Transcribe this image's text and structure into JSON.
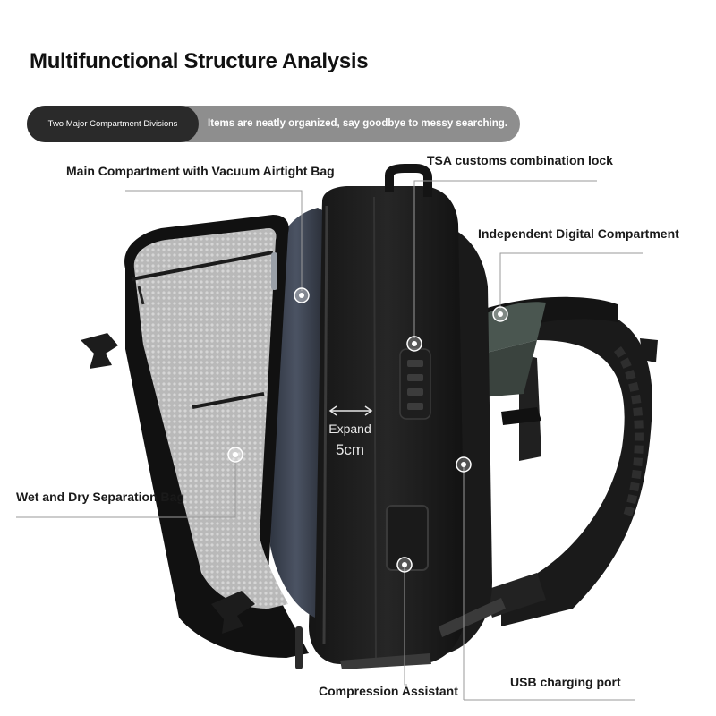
{
  "header": {
    "title": "Multifunctional Structure Analysis",
    "pill_left": "Two Major Compartment Divisions",
    "pill_right": "Items are neatly organized, say goodbye to messy searching."
  },
  "callouts": {
    "main_compartment": "Main Compartment with Vacuum Airtight Bag",
    "tsa_lock": "TSA customs combination lock",
    "digital_compartment": "Independent Digital Compartment",
    "wet_dry_bag": "Wet and Dry Separation Bag",
    "compression": "Compression Assistant",
    "usb_port": "USB charging port"
  },
  "expand": {
    "label": "Expand",
    "value": "5cm"
  },
  "colors": {
    "bag_black": "#1c1c1c",
    "liner_grey": "#b8b8b8",
    "vacuum_bag": "#3b4250",
    "digital_green": "#4a5650",
    "pill_dark": "#2a2a2a",
    "pill_grey": "#8e8e8e"
  }
}
